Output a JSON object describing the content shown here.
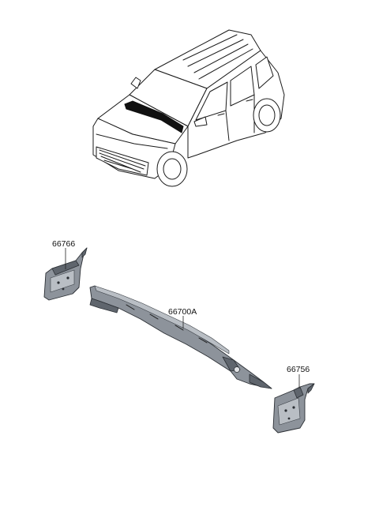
{
  "labels": {
    "part_66766": "66766",
    "part_66700A": "66700A",
    "part_66756": "66756"
  },
  "icons": {
    "vehicle": "vehicle-outline-illustration",
    "cowl_panel": "cowl-top-panel-part",
    "left_extension": "cowl-side-extension-left-part",
    "right_extension": "cowl-side-extension-right-part"
  }
}
